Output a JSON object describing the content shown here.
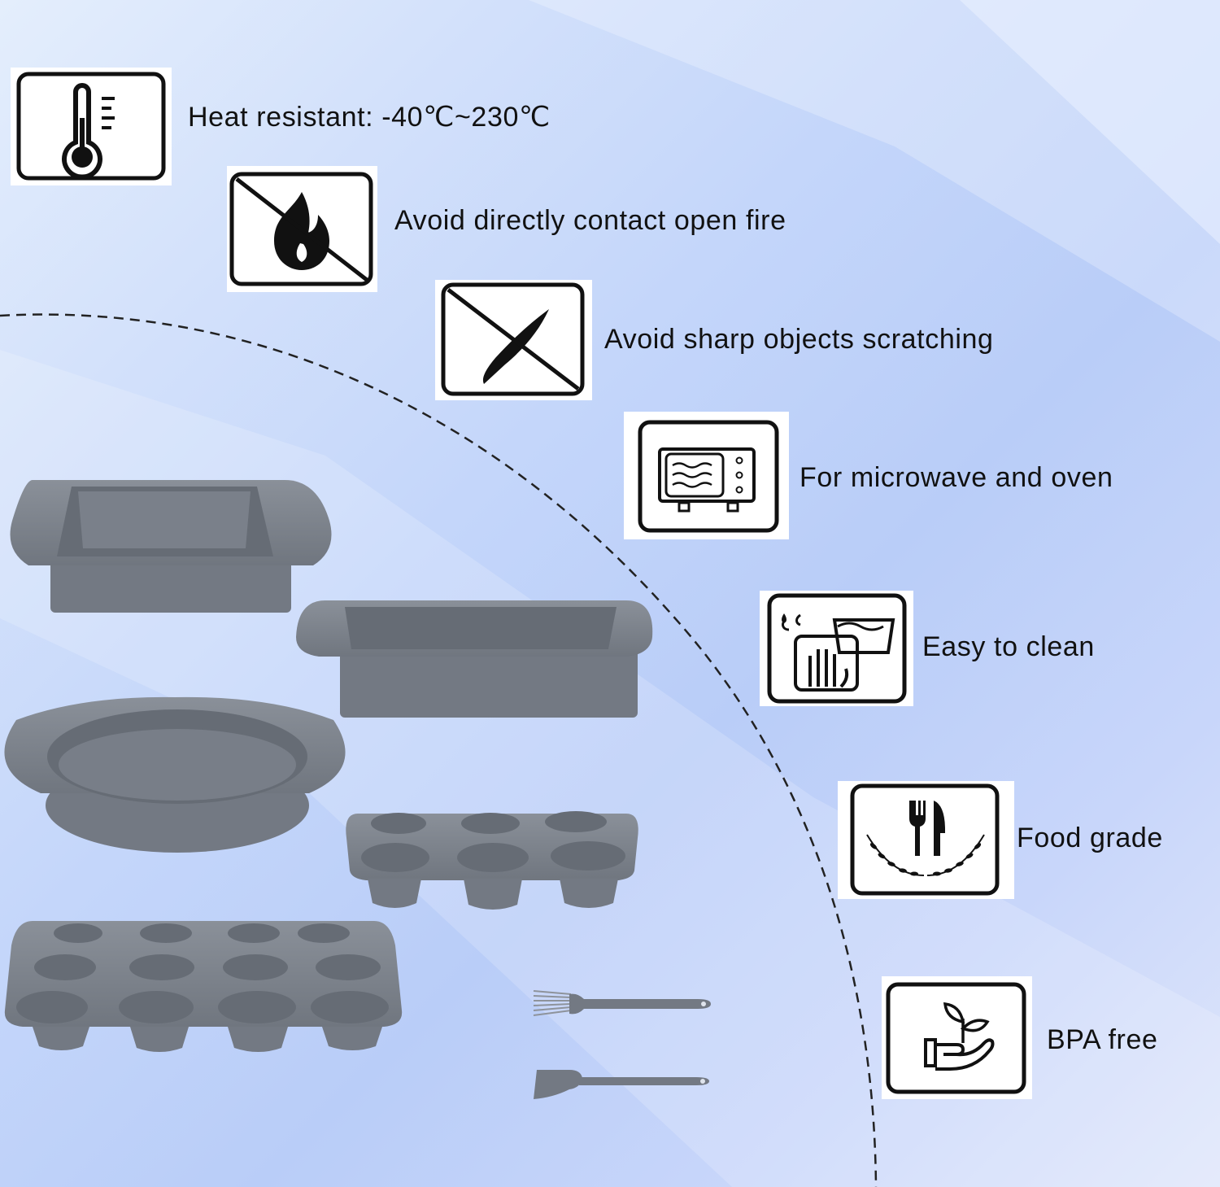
{
  "features": [
    {
      "icon": "thermometer-icon",
      "label": "Heat resistant: -40℃~230℃"
    },
    {
      "icon": "no-fire-icon",
      "label": "Avoid directly contact open fire"
    },
    {
      "icon": "no-knife-icon",
      "label": "Avoid sharp objects scratching"
    },
    {
      "icon": "microwave-icon",
      "label": "For microwave and oven"
    },
    {
      "icon": "hand-wash-icon",
      "label": "Easy to clean"
    },
    {
      "icon": "fork-knife-wreath-icon",
      "label": "Food grade"
    },
    {
      "icon": "hand-plant-icon",
      "label": "BPA free"
    }
  ],
  "products": [
    "square-cake-pan",
    "loaf-pan",
    "round-cake-pan",
    "six-cup-muffin-pan",
    "twelve-cup-muffin-pan",
    "pastry-brush",
    "spatula"
  ],
  "colors": {
    "silicone": "#7b8089",
    "silicone_dark": "#656a73",
    "text": "#111111",
    "icon_border": "#111111"
  }
}
